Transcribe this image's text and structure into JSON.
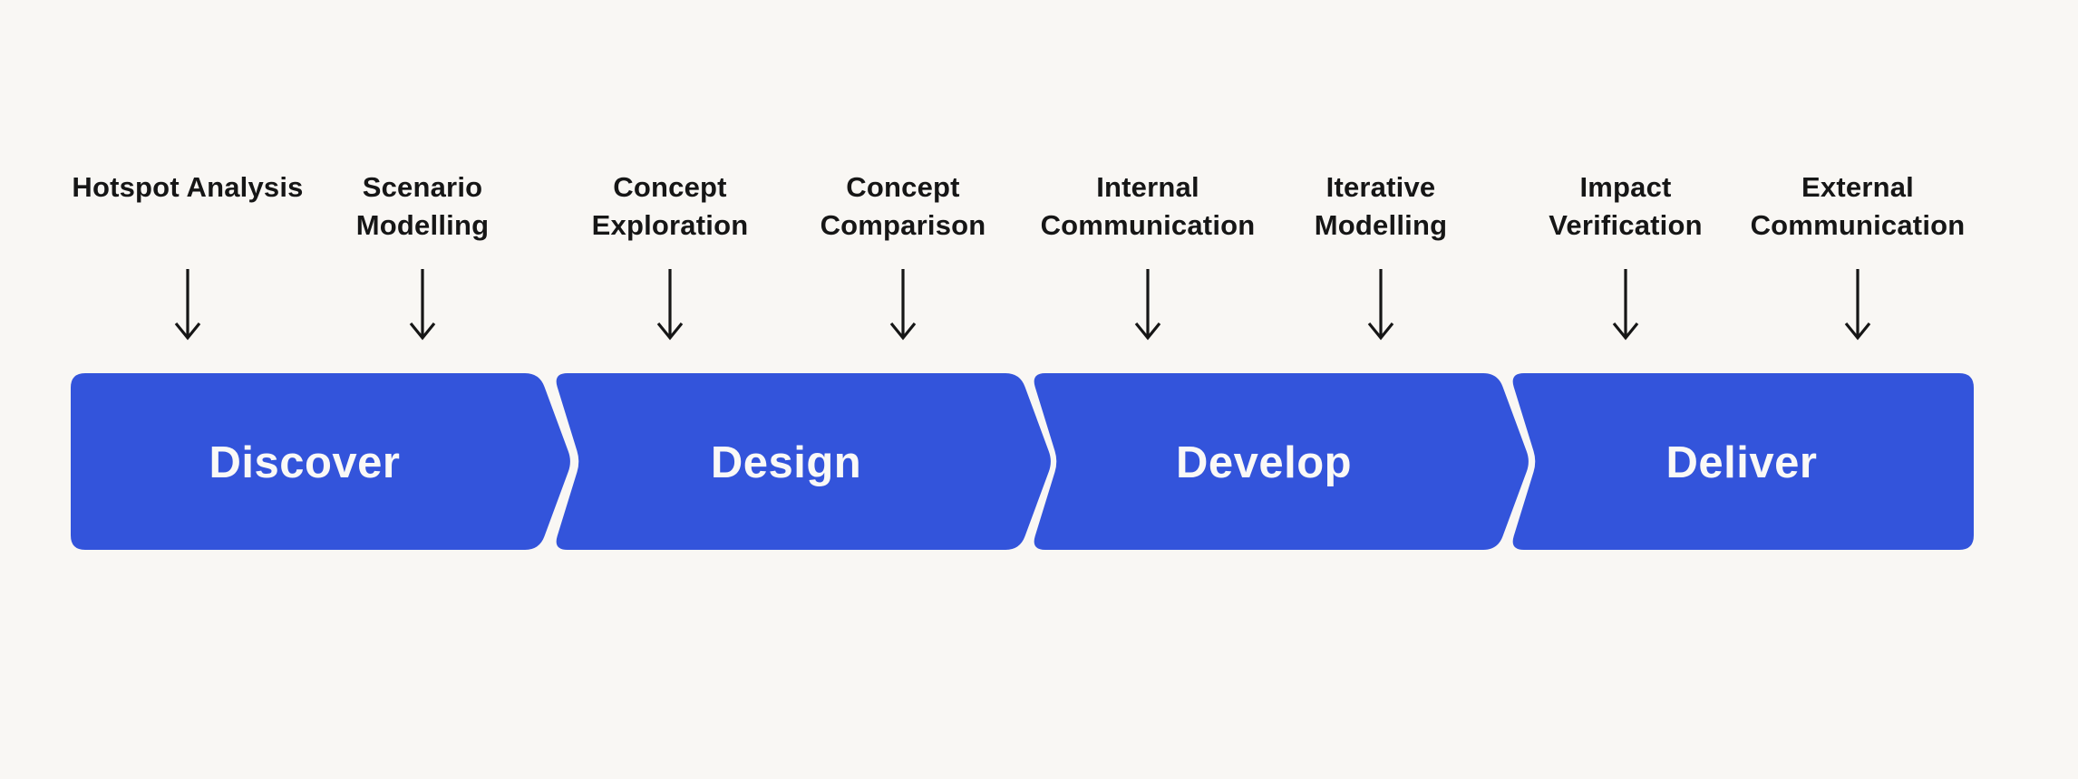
{
  "diagram": {
    "phases": [
      {
        "title": "Discover",
        "steps": [
          "Hotspot Analysis",
          "Scenario Modelling"
        ]
      },
      {
        "title": "Design",
        "steps": [
          "Concept Exploration",
          "Concept Comparison"
        ]
      },
      {
        "title": "Develop",
        "steps": [
          "Internal Communication",
          "Iterative Modelling"
        ]
      },
      {
        "title": "Deliver",
        "steps": [
          "Impact Verification",
          "External Communication"
        ]
      }
    ],
    "icons": {
      "step_arrow": "down-arrow"
    },
    "colors": {
      "accent_blue": "#3354DB",
      "background": "#F9F7F4",
      "label_text": "#161616",
      "phase_text": "#FAF9F7"
    }
  }
}
